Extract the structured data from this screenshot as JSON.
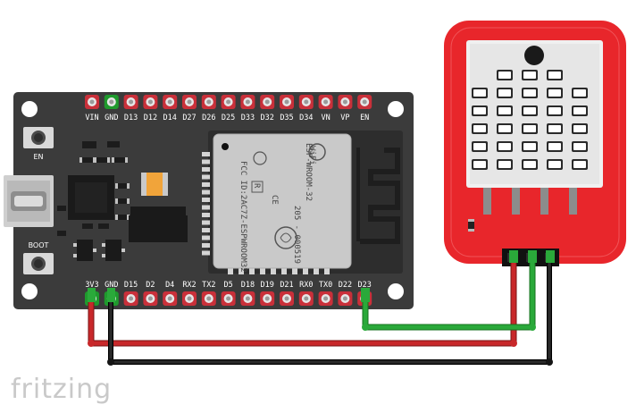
{
  "board": {
    "top_pins": [
      "VIN",
      "GND",
      "D13",
      "D12",
      "D14",
      "D27",
      "D26",
      "D25",
      "D33",
      "D32",
      "D35",
      "D34",
      "VN",
      "VP",
      "EN"
    ],
    "bottom_pins": [
      "3V3",
      "GND",
      "D15",
      "D2",
      "D4",
      "RX2",
      "TX2",
      "D5",
      "D18",
      "D19",
      "D21",
      "RX0",
      "TX0",
      "D22",
      "D23"
    ],
    "btn_en": "EN",
    "btn_boot": "BOOT",
    "module_text": "ESP-WROOM-32",
    "fcc_text": "FCC ID:2AC7Z-ESPWROOM32",
    "cert_text": "205 - 000519",
    "wifi_logo": "WiFi",
    "ce_mark": "CE",
    "r_mark": "R"
  },
  "colors": {
    "board": "#3b3b3b",
    "sensor": "#e8262b",
    "wire_red": "#c8282a",
    "wire_green": "#2aa93a",
    "wire_black": "#151515"
  },
  "brand": "fritzing"
}
